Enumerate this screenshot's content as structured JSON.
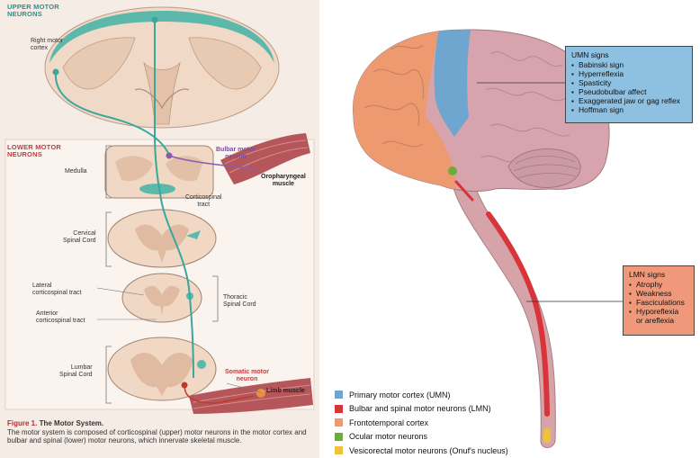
{
  "left": {
    "upper_header": "UPPER MOTOR\nNEURONS",
    "lower_header": "LOWER MOTOR\nNEURONS",
    "right_motor_cortex": "Right motor\ncortex",
    "medulla": "Medulla",
    "bulbar_motor_neuron": "Bulbar motor\nneuron",
    "oropharyngeal_muscle": "Oropharyngeal\nmuscle",
    "corticospinal_tract": "Corticospinal\ntract",
    "cervical_spinal_cord": "Cervical\nSpinal Cord",
    "lateral_corticospinal_tract": "Lateral\ncorticospinal tract",
    "anterior_corticospinal_tract": "Anterior\ncorticospinal tract",
    "thoracic_spinal_cord": "Thoracic\nSpinal Cord",
    "lumbar_spinal_cord": "Lumbar\nSpinal Cord",
    "somatic_motor_neuron": "Somatic motor\nneuron",
    "limb_muscle": "Limb muscle",
    "figure_label": "Figure 1.",
    "figure_title": "The Motor System.",
    "figure_text": "The motor system is composed of corticospinal (upper) motor neurons in the motor cortex and bulbar and spinal (lower) motor neurons, which innervate skeletal muscle."
  },
  "umn_box": {
    "title": "UMN signs",
    "items": [
      "Babinski sign",
      "Hyperreflexia",
      "Spasticity",
      "Pseudobulbar affect",
      "Exaggerated jaw or gag reflex",
      "Hoffman sign"
    ]
  },
  "lmn_box": {
    "title": "LMN signs",
    "items": [
      "Atrophy",
      "Weakness",
      "Fasciculations",
      "Hyporeflexia\nor areflexia"
    ]
  },
  "legend": [
    {
      "label": "Primary motor cortex (UMN)",
      "color": "#6fa6cf"
    },
    {
      "label": "Bulbar and spinal motor neurons (LMN)",
      "color": "#d8353a"
    },
    {
      "label": "Frontotemporal cortex",
      "color": "#ee9a70"
    },
    {
      "label": "Ocular motor neurons",
      "color": "#6cab3c"
    },
    {
      "label": "Vesicorectal motor neurons (Onuf's nucleus)",
      "color": "#f0c23a"
    }
  ],
  "colors": {
    "upper_header": "#2a8f8a",
    "lower_header": "#c83a3a",
    "teal_pathway": "#3aa79c",
    "umn_box_bg": "#8ec0e2",
    "lmn_box_bg": "#f0987a"
  }
}
